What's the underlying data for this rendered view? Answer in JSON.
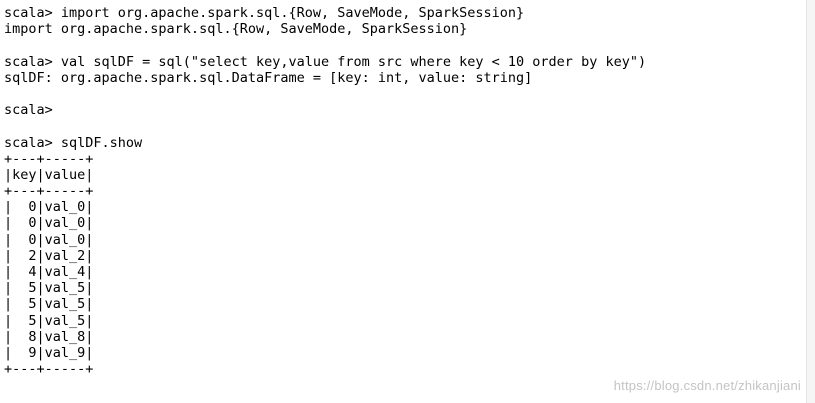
{
  "terminal": {
    "lines": [
      "scala> import org.apache.spark.sql.{Row, SaveMode, SparkSession}",
      "import org.apache.spark.sql.{Row, SaveMode, SparkSession}",
      "",
      "scala> val sqlDF = sql(\"select key,value from src where key < 10 order by key\")",
      "sqlDF: org.apache.spark.sql.DataFrame = [key: int, value: string]",
      "",
      "scala>",
      "",
      "scala> sqlDF.show",
      "+---+-----+",
      "|key|value|",
      "+---+-----+",
      "|  0|val_0|",
      "|  0|val_0|",
      "|  0|val_0|",
      "|  2|val_2|",
      "|  4|val_4|",
      "|  5|val_5|",
      "|  5|val_5|",
      "|  5|val_5|",
      "|  8|val_8|",
      "|  9|val_9|",
      "+---+-----+"
    ]
  },
  "watermark": {
    "text": "https://blog.csdn.net/zhikanjiani"
  }
}
